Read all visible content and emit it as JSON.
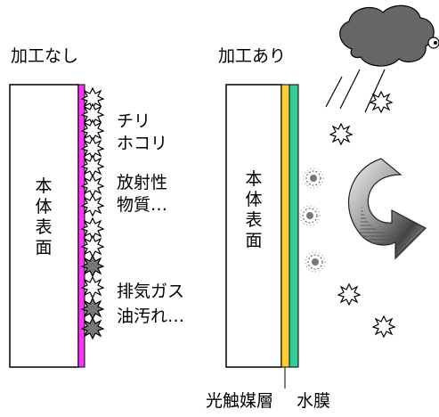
{
  "left_panel": {
    "title": "加工なし",
    "body_label": "本体表面",
    "contaminants": [
      "チリ",
      "ホコリ",
      "放射性",
      "物質…",
      "排気ガス",
      "油汚れ…"
    ]
  },
  "right_panel": {
    "title": "加工あり",
    "body_label": "本体表面"
  },
  "bottom_labels": {
    "photocatalyst_layer": "光触媒層",
    "water_film": "水膜"
  },
  "colors": {
    "magenta_coating": "#ff33ff",
    "photocatalyst_yellow": "#ffcc33",
    "water_green": "#33cc99",
    "cloud": "#666666",
    "arrow_light": "#dddddd",
    "arrow_dark": "#444444"
  },
  "icons": [
    "burst-particle-icon",
    "dark-particle-icon",
    "cloud-icon",
    "rain-line-icon",
    "deflect-arrow-icon",
    "fuzzy-particle-icon"
  ]
}
